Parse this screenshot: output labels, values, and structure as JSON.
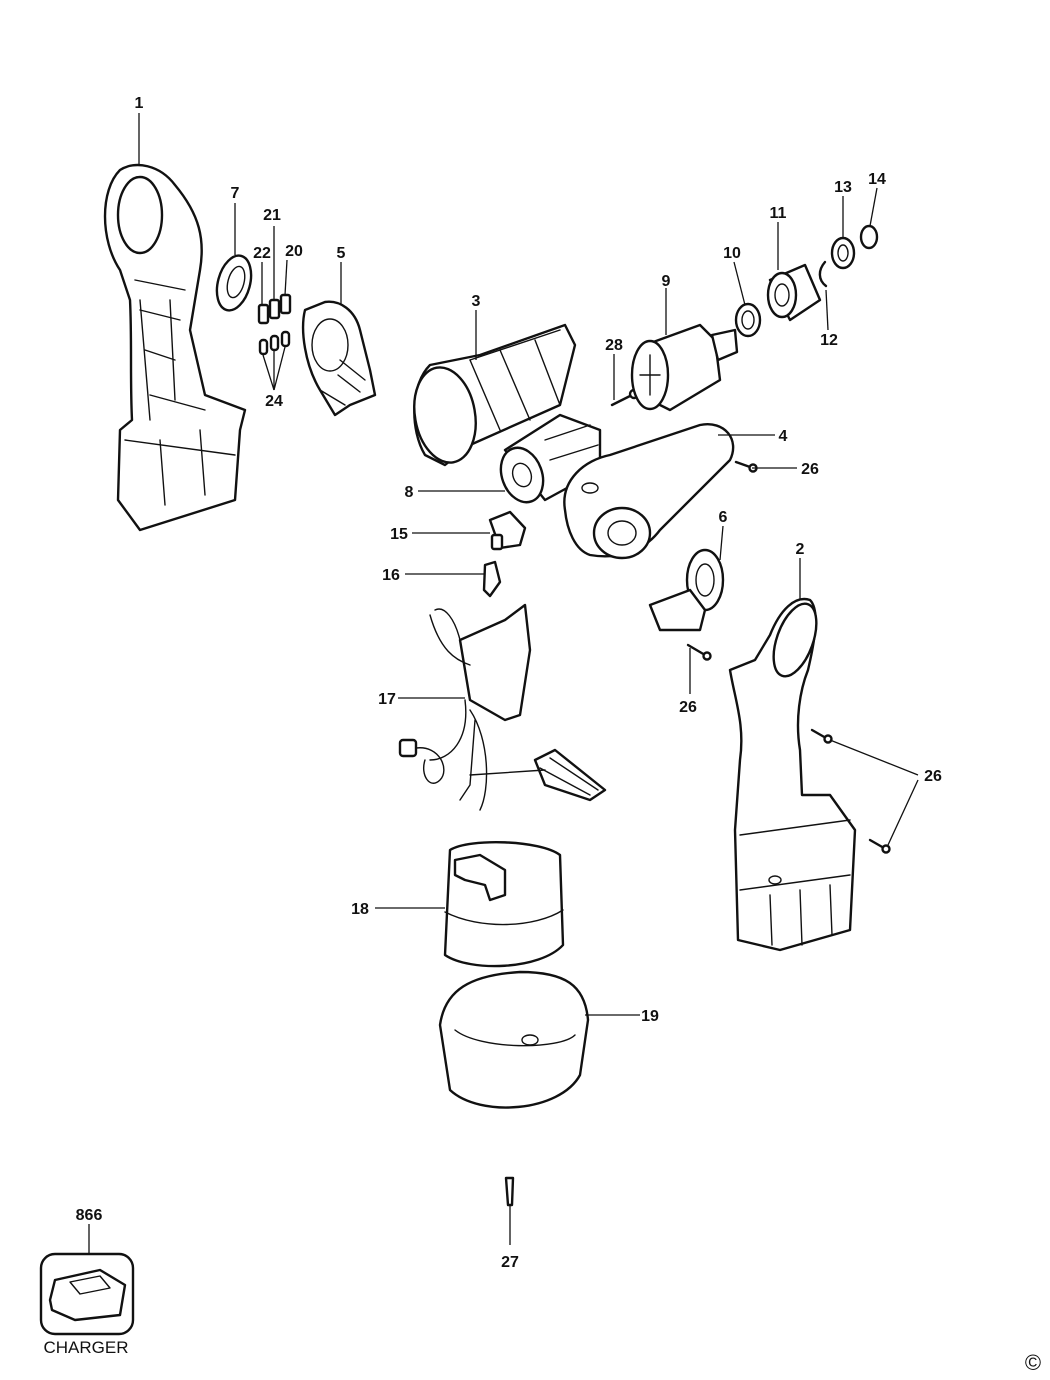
{
  "labels": {
    "p1": "1",
    "p2": "2",
    "p3": "3",
    "p4": "4",
    "p5": "5",
    "p6": "6",
    "p7": "7",
    "p8": "8",
    "p9": "9",
    "p10": "10",
    "p11": "11",
    "p12": "12",
    "p13": "13",
    "p14": "14",
    "p15": "15",
    "p16": "16",
    "p17": "17",
    "p18": "18",
    "p19": "19",
    "p20": "20",
    "p21": "21",
    "p22": "22",
    "p24": "24",
    "p26": "26",
    "p27": "27",
    "p28": "28",
    "p866": "866"
  },
  "charger_caption": "CHARGER",
  "copyright_symbol": "©"
}
